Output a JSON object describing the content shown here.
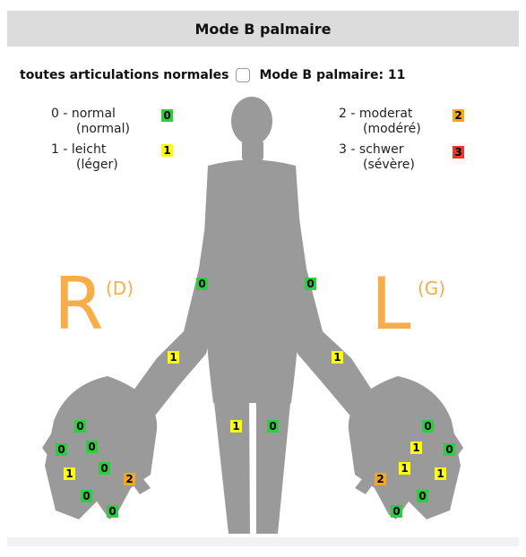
{
  "header": {
    "title": "Mode B palmaire"
  },
  "options": {
    "all_normal_label": "toutes articulations normales",
    "score_label": "Mode B palmaire: 11"
  },
  "legend": {
    "left": [
      {
        "line1": "0 - normal",
        "line2": "(normal)",
        "badge": "0",
        "color": "#2ecc40"
      },
      {
        "line1": "1 - leicht",
        "line2": "(léger)",
        "badge": "1",
        "color": "#ffff00"
      }
    ],
    "right": [
      {
        "line1": "2 - moderat",
        "line2": "(modéré)",
        "badge": "2",
        "color": "#f5a623"
      },
      {
        "line1": "3 - schwer",
        "line2": "(sévère)",
        "badge": "3",
        "color": "#e8392a"
      }
    ]
  },
  "side_labels": {
    "right": {
      "letter": "R",
      "sub": "(D)"
    },
    "left": {
      "letter": "L",
      "sub": "(G)"
    }
  },
  "colors": {
    "grade_0": "#2ecc40",
    "grade_1": "#ffff00",
    "grade_2": "#f5a623",
    "grade_3": "#e8392a",
    "figure": "#9a9a9a",
    "side_letter": "#f7ad48",
    "title_bar": "#dcdcdc"
  },
  "joints": {
    "right_elbow": "0",
    "left_elbow": "0",
    "right_wrist": "1",
    "left_wrist": "1",
    "right_knee": "1",
    "left_knee": "0",
    "right_hand": [
      "0",
      "0",
      "0",
      "1",
      "0",
      "2",
      "0",
      "0"
    ],
    "left_hand": [
      "0",
      "1",
      "0",
      "1",
      "1",
      "2",
      "0",
      "0"
    ]
  }
}
